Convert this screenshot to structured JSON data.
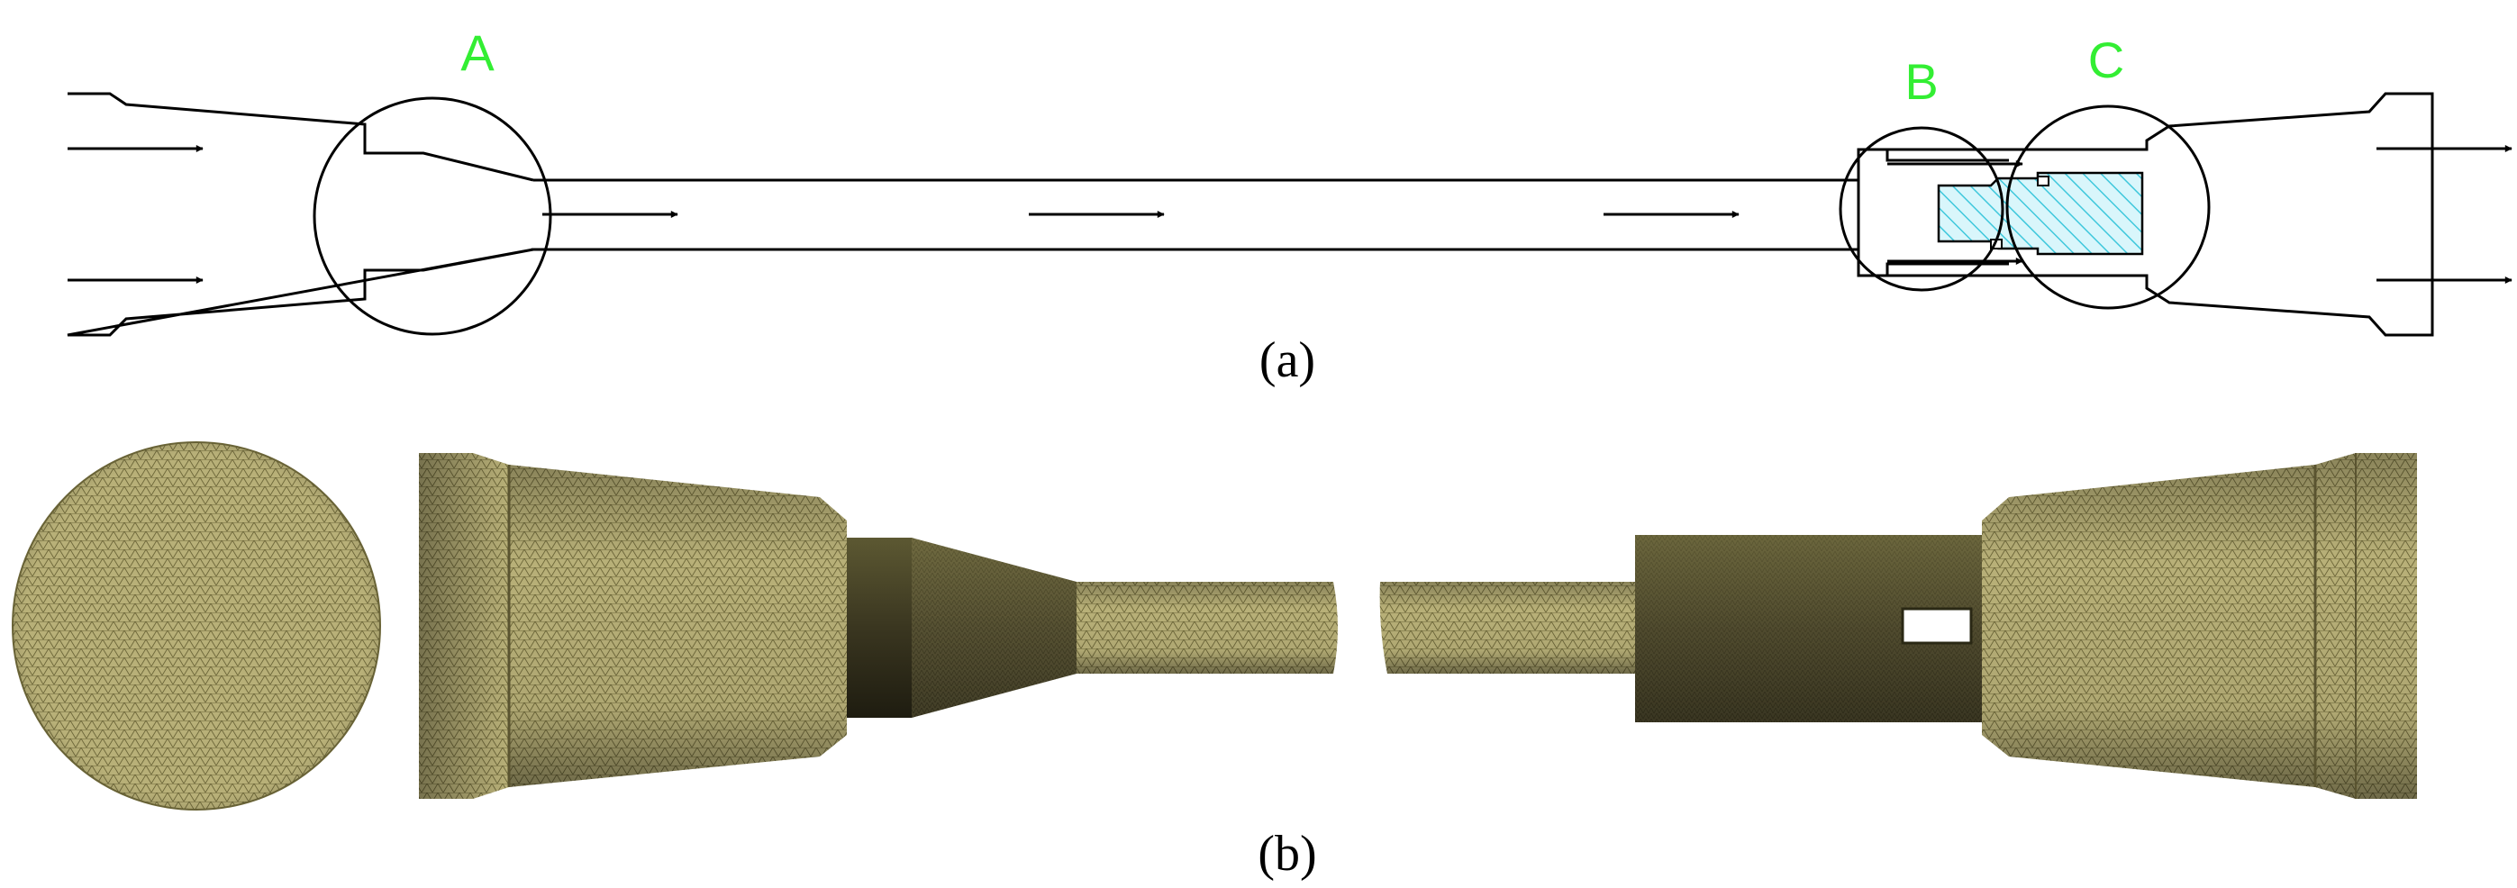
{
  "diagram": {
    "panel_a": {
      "caption": "(a)",
      "region_labels": [
        "A",
        "B",
        "C"
      ]
    },
    "panel_b": {
      "caption": "(b)"
    },
    "colors": {
      "outline": "#000000",
      "label": "#33ee33",
      "hatch_fill": "#d9f6fb",
      "hatch_line": "#3fc8dc",
      "mesh_base": "#b8b078",
      "mesh_dark": "#3e3a20"
    }
  }
}
